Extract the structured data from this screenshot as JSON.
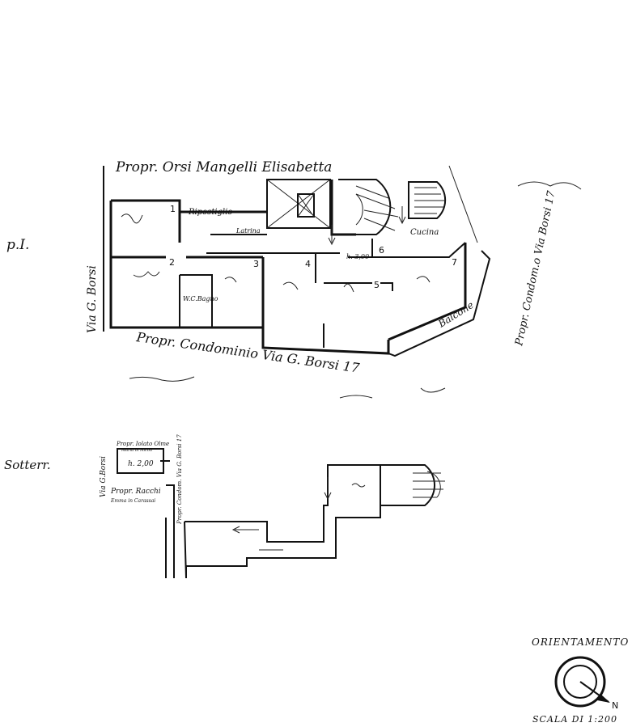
{
  "owner_top": "Propr. Orsi Mangelli Elisabetta",
  "floor_label_pi": "p.I.",
  "floor_label_sotterr": "Sotterr.",
  "street_left": "Via G. Borsi",
  "street_right": "Propr. Condom.o Via Borsi 17",
  "owner_bottom": "Propr. Condominio Via G. Borsi 17",
  "rooms": {
    "ripostiglio": "Ripostiglio",
    "latrina": "Latrina",
    "wc_bagno": "W.C.Bagno",
    "cucina": "Cucina",
    "balcone": "Balcone",
    "height_pi": "h. 3,00"
  },
  "room_numbers": [
    "1",
    "2",
    "3",
    "4",
    "5",
    "6",
    "7"
  ],
  "basement": {
    "street": "Via G.Borsi",
    "owner_a": "Propr. Iolato Olme",
    "owner_a2": "Maria in Nicoli",
    "height": "h. 2,00",
    "owner_b": "Propr. Racchi",
    "owner_b2": "Emma in Carassai",
    "owner_c": "Propr. Condom. Via G. Borsi 17"
  },
  "orientation": {
    "title": "ORIENTAMENTO",
    "north": "N",
    "scale": "SCALA DI 1:200"
  }
}
